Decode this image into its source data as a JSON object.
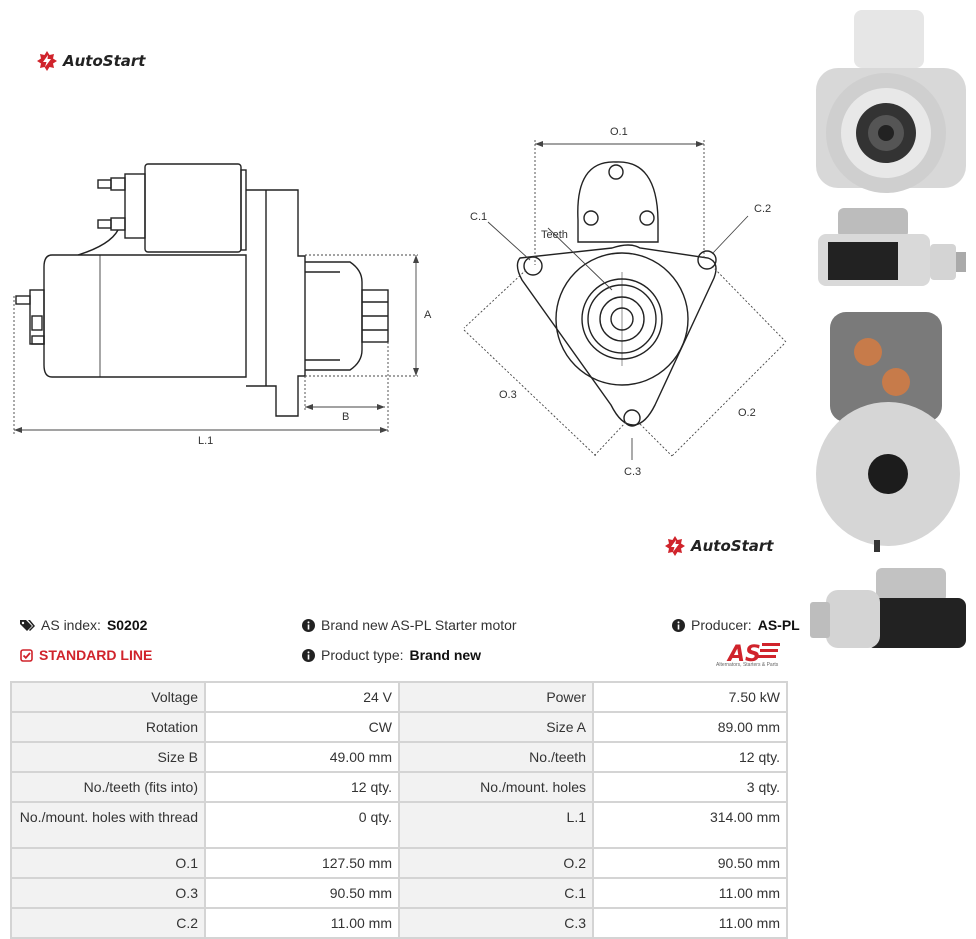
{
  "brand": {
    "logo_text": "AutoStart"
  },
  "diagram": {
    "labels": {
      "a": "A",
      "b": "B",
      "l1": "L.1",
      "o1": "O.1",
      "o2": "O.2",
      "o3": "O.3",
      "c1": "C.1",
      "c2": "C.2",
      "c3": "C.3",
      "teeth": "Teeth"
    }
  },
  "info": {
    "as_index_label": "AS index:",
    "as_index_value": "S0202",
    "standard_line": "STANDARD LINE",
    "description": "Brand new AS-PL Starter motor",
    "product_type_label": "Product type:",
    "product_type_value": "Brand new",
    "producer_label": "Producer:",
    "producer_value": "AS-PL",
    "as_logo_text": "AS",
    "as_logo_tagline": "Alternators, Starters & Parts"
  },
  "specs": [
    [
      "Voltage",
      "24 V",
      "Power",
      "7.50 kW"
    ],
    [
      "Rotation",
      "CW",
      "Size A",
      "89.00 mm"
    ],
    [
      "Size B",
      "49.00 mm",
      "No./teeth",
      "12 qty."
    ],
    [
      "No./teeth (fits into)",
      "12 qty.",
      "No./mount. holes",
      "3 qty."
    ],
    [
      "No./mount. holes with thread",
      "0 qty.",
      "L.1",
      "314.00 mm"
    ],
    [
      "O.1",
      "127.50 mm",
      "O.2",
      "90.50 mm"
    ],
    [
      "O.3",
      "90.50 mm",
      "C.1",
      "11.00 mm"
    ],
    [
      "C.2",
      "11.00 mm",
      "C.3",
      "11.00 mm"
    ]
  ],
  "colors": {
    "accent_red": "#d0232b",
    "table_border": "#d4d4d4",
    "label_bg": "#f2f2f2"
  }
}
